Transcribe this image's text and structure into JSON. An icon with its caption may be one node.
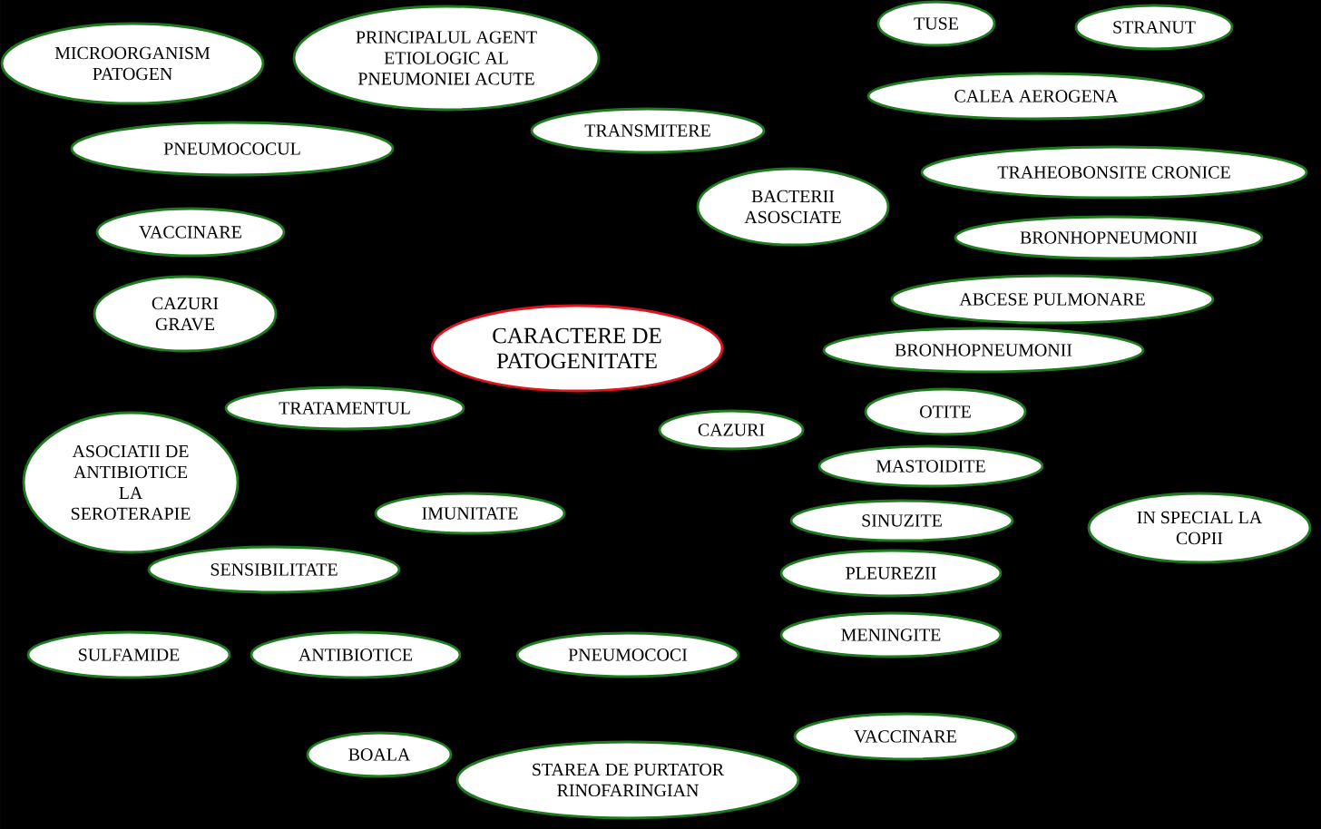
{
  "diagram": {
    "nodes": [
      {
        "text": [
          "MICROORGANISM PATOGEN"
        ]
      },
      {
        "text": [
          "PRINCIPALUL AGENT ETIOLOGIC AL PNEUMONIEI ACUTE"
        ]
      },
      {
        "text": [
          "TUSE"
        ]
      },
      {
        "text": [
          "STRANUT"
        ]
      },
      {
        "text": [
          "PNEUMOCOCUL"
        ]
      },
      {
        "text": [
          "TRANSMITERE"
        ]
      },
      {
        "text": [
          "CALEA AEROGENA"
        ]
      },
      {
        "text": [
          "TRAHEOBONSITE CRONICE"
        ]
      },
      {
        "text": [
          "BACTERII ASOSCIATE"
        ]
      },
      {
        "text": [
          "VACCINARE"
        ]
      },
      {
        "text": [
          "BRONHOPNEUMONII"
        ]
      },
      {
        "text": [
          "CAZURI GRAVE"
        ]
      },
      {
        "text": [
          "ABCESE PULMONARE"
        ]
      },
      {
        "text": [
          "CARACTERE DE PATOGENITATE"
        ]
      },
      {
        "text": [
          "BRONHOPNEUMONII"
        ]
      },
      {
        "text": [
          "TRATAMENTUL"
        ]
      },
      {
        "text": [
          "OTITE"
        ]
      },
      {
        "text": [
          "CAZURI"
        ]
      },
      {
        "text": [
          "ASOCIATII DE ANTIBIOTICE LA SEROTERAPIE"
        ]
      },
      {
        "text": [
          "MASTOIDITE"
        ]
      },
      {
        "text": [
          "IMUNITATE"
        ]
      },
      {
        "text": [
          "SINUZITE"
        ]
      },
      {
        "text": [
          "IN SPECIAL LA COPII"
        ]
      },
      {
        "text": [
          "SENSIBILITATE"
        ]
      },
      {
        "text": [
          "PLEUREZII"
        ]
      },
      {
        "text": [
          "MENINGITE"
        ]
      },
      {
        "text": [
          "SULFAMIDE"
        ]
      },
      {
        "text": [
          "ANTIBIOTICE"
        ]
      },
      {
        "text": [
          "PNEUMOCOCI"
        ]
      },
      {
        "text": [
          "VACCINARE"
        ]
      },
      {
        "text": [
          "BOALA"
        ]
      },
      {
        "text": [
          "STAREA DE PURTATOR RINOFARINGIAN"
        ]
      }
    ]
  }
}
